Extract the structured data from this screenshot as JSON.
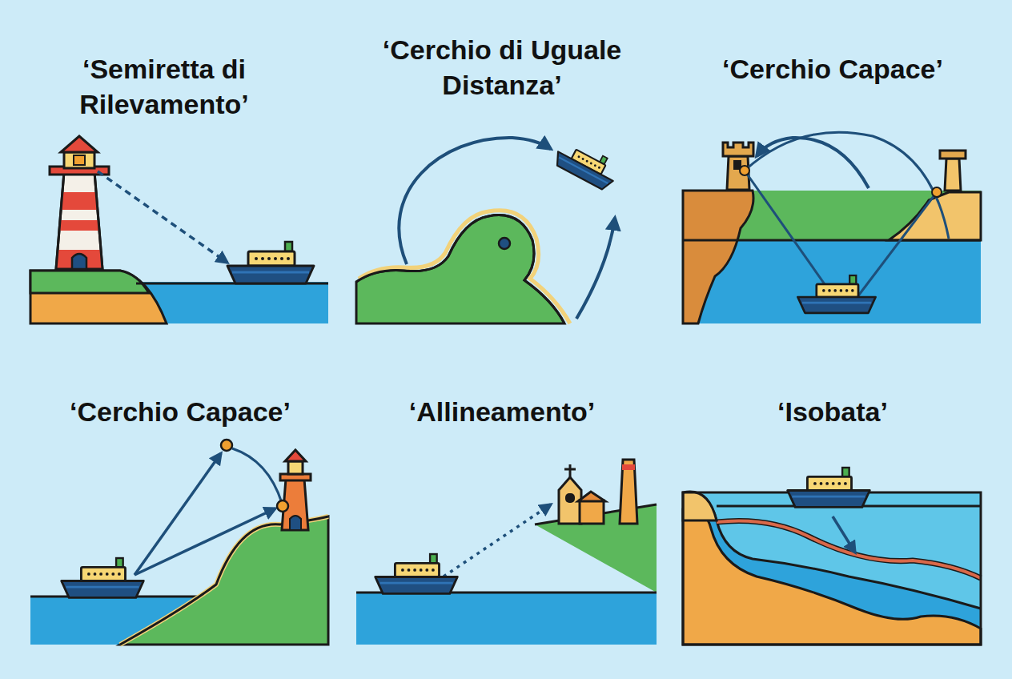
{
  "diagram": {
    "labels": [
      "‘Semiretta di Rilevamento’",
      "‘Cerchio di Uguale Distanza’",
      "‘Cerchio Capace’",
      "‘Cerchio Capace’",
      "‘Allineamento’",
      "‘Isobata’"
    ]
  }
}
